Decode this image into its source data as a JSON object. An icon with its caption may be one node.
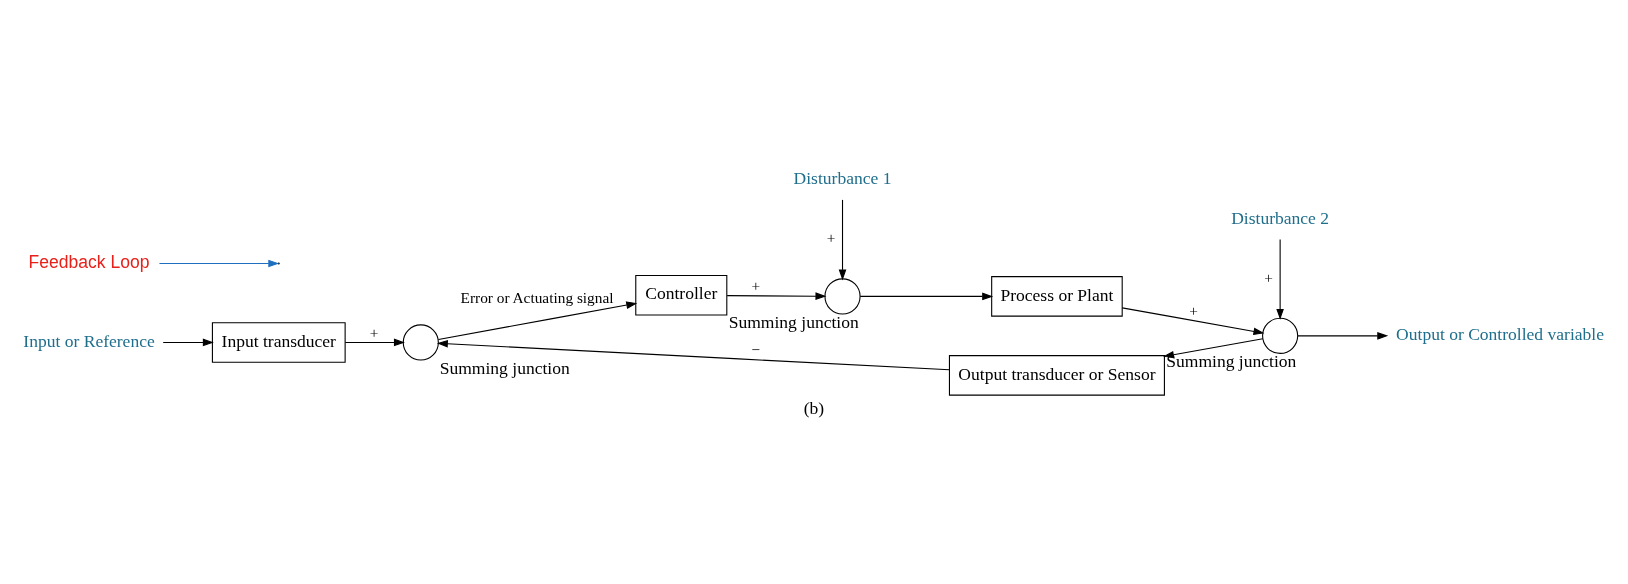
{
  "diagram": {
    "caption": "(b)",
    "nodes": [
      {
        "text": [
          "Input or Reference"
        ]
      },
      {
        "text": [
          "Input transducer"
        ]
      },
      {
        "text": [],
        "shape": "circle",
        "beside": [
          "Summing junction"
        ]
      },
      {
        "text": [
          "Controller"
        ]
      },
      {
        "text": [
          "Disturbance 1"
        ]
      },
      {
        "text": [],
        "shape": "circle",
        "beside": [
          "Summing junction"
        ]
      },
      {
        "text": [
          "Process or Plant"
        ]
      },
      {
        "text": [
          "Disturbance 2"
        ]
      },
      {
        "text": [],
        "shape": "circle",
        "beside": [
          "Summing junction"
        ]
      },
      {
        "text": [
          "Output or Controlled variable"
        ]
      },
      {
        "text": [
          "Output transducer or Sensor"
        ]
      },
      {
        "text": [
          "Feedback Loop"
        ]
      }
    ],
    "edges": [
      {
        "from": 0,
        "to": 1,
        "arrow": "to"
      },
      {
        "from": 1,
        "to": 2,
        "arrow": "to",
        "label": "+"
      },
      {
        "from": 2,
        "to": 3,
        "arrow": "to",
        "label": "Error or Actuating signal"
      },
      {
        "from": 3,
        "to": 5,
        "arrow": "to",
        "label": "+"
      },
      {
        "from": 4,
        "to": 5,
        "arrow": "to",
        "label": "+"
      },
      {
        "from": 5,
        "to": 6,
        "arrow": "to"
      },
      {
        "from": 6,
        "to": 8,
        "arrow": "to",
        "label": "+"
      },
      {
        "from": 7,
        "to": 8,
        "arrow": "to",
        "label": "+"
      },
      {
        "from": 8,
        "to": 9,
        "arrow": "to"
      },
      {
        "from": 8,
        "to": 10,
        "arrow": "to"
      },
      {
        "from": 10,
        "to": 2,
        "arrow": "to",
        "label": "−"
      },
      {
        "from": 11,
        "to": null,
        "arrow": "to",
        "color": "#1f6fc0"
      }
    ]
  }
}
